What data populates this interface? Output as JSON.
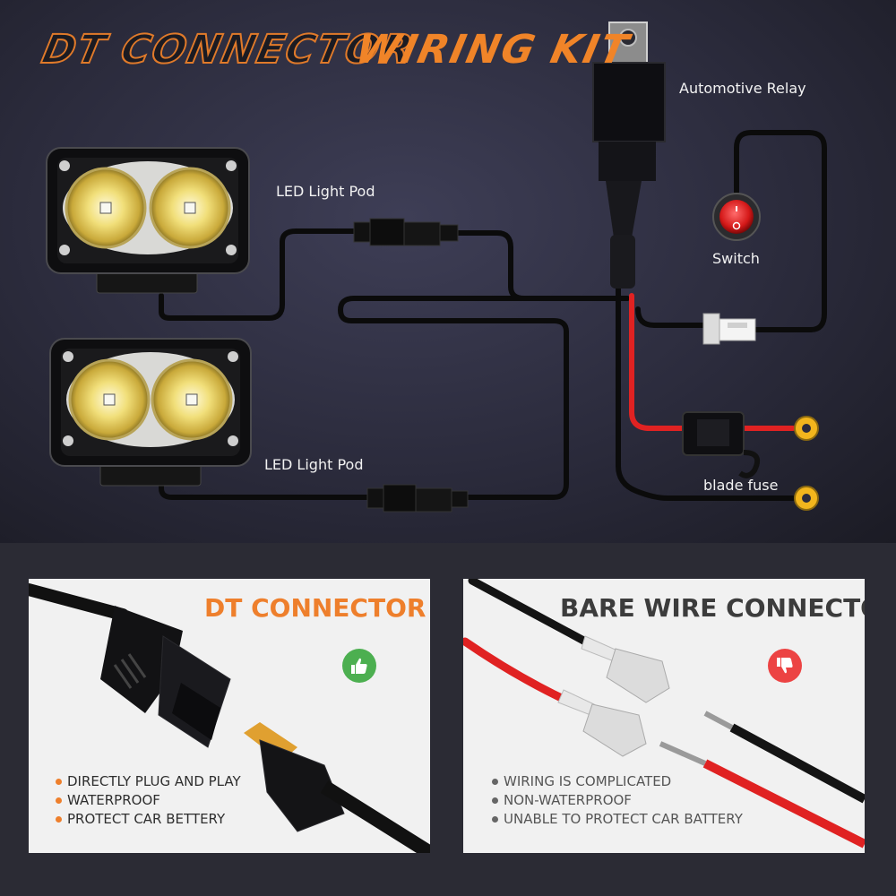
{
  "header": {
    "title_part1": "DT CONNECTOR",
    "title_part2": "WIRING KIT"
  },
  "diagram": {
    "labels": {
      "relay": "Automotive Relay",
      "pod_top": "LED Light Pod",
      "pod_bottom": "LED Light Pod",
      "switch": "Switch",
      "fuse": "blade fuse"
    }
  },
  "comparison": {
    "dt": {
      "title": "DT CONNECTOR",
      "verdict_icon": "thumbs-up-icon",
      "features": [
        "DIRECTLY PLUG AND PLAY",
        "WATERPROOF",
        "PROTECT CAR BETTERY"
      ]
    },
    "bare": {
      "title": "BARE WIRE CONNECTOR",
      "verdict_icon": "thumbs-down-icon",
      "features": [
        "WIRING IS COMPLICATED",
        "NON-WATERPROOF",
        "UNABLE TO PROTECT CAR BATTERY"
      ]
    }
  },
  "colors": {
    "accent_orange": "#f08428",
    "good_green": "#4caf50",
    "bad_red": "#ec4343",
    "wire_red": "#e02222",
    "terminal_yellow": "#f2b51d"
  }
}
